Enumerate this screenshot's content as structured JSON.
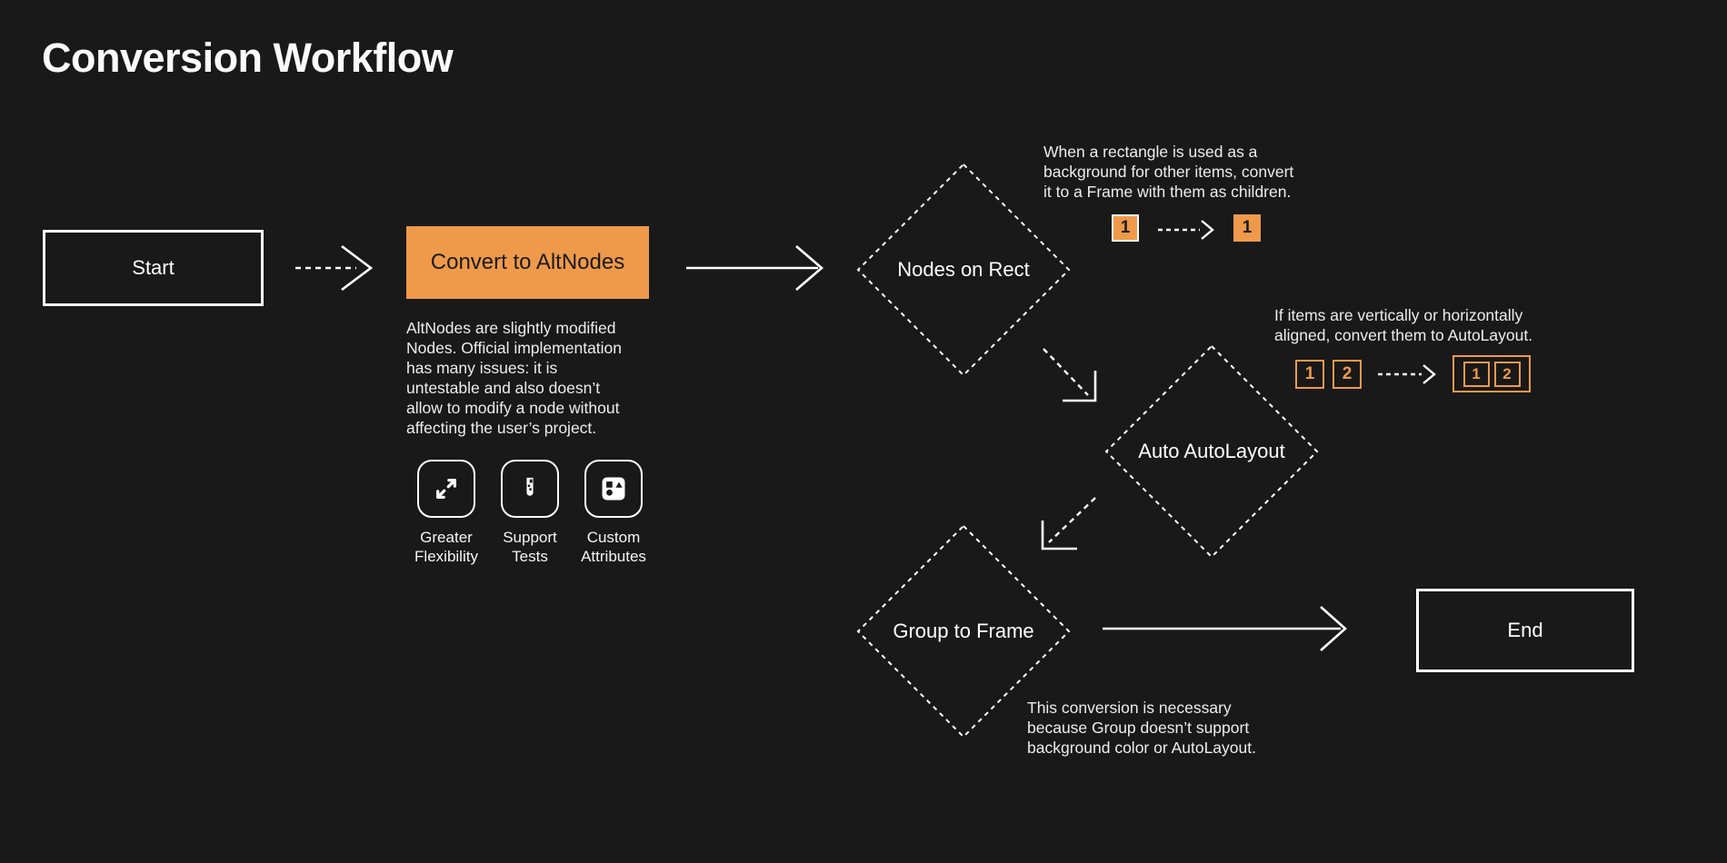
{
  "page": {
    "title": "Conversion Workflow"
  },
  "colors": {
    "background": "#191919",
    "accent_orange": "#EE9A4A",
    "stroke_white": "#FFFFFF",
    "text": "#F2F2F2",
    "dark_text": "#1B1B1B"
  },
  "flow": {
    "start": {
      "label": "Start"
    },
    "convert": {
      "label": "Convert to AltNodes",
      "description": "AltNodes are slightly modified\nNodes. Official implementation\nhas many issues: it is\nuntestable and also doesn’t\nallow to modify a node without\naffecting the user’s project.",
      "features": [
        {
          "icon": "expand-arrows-icon",
          "label": "Greater\nFlexibility"
        },
        {
          "icon": "test-tube-icon",
          "label": "Support\nTests"
        },
        {
          "icon": "shapes-icon",
          "label": "Custom\nAttributes"
        }
      ]
    },
    "nodes_on_rect": {
      "label": "Nodes on Rect",
      "note": "When a rectangle is used as a\nbackground for other items, convert\nit to a Frame with them as children.",
      "demo": {
        "before": "1",
        "after": "1"
      }
    },
    "auto_autolayout": {
      "label": "Auto AutoLayout",
      "note": "If items are vertically or horizontally\naligned, convert them to AutoLayout.",
      "demo": {
        "before": [
          "1",
          "2"
        ],
        "after": [
          "1",
          "2"
        ]
      }
    },
    "group_to_frame": {
      "label": "Group to Frame",
      "note": "This conversion is necessary\nbecause Group doesn’t support\nbackground color or AutoLayout."
    },
    "end": {
      "label": "End"
    }
  }
}
